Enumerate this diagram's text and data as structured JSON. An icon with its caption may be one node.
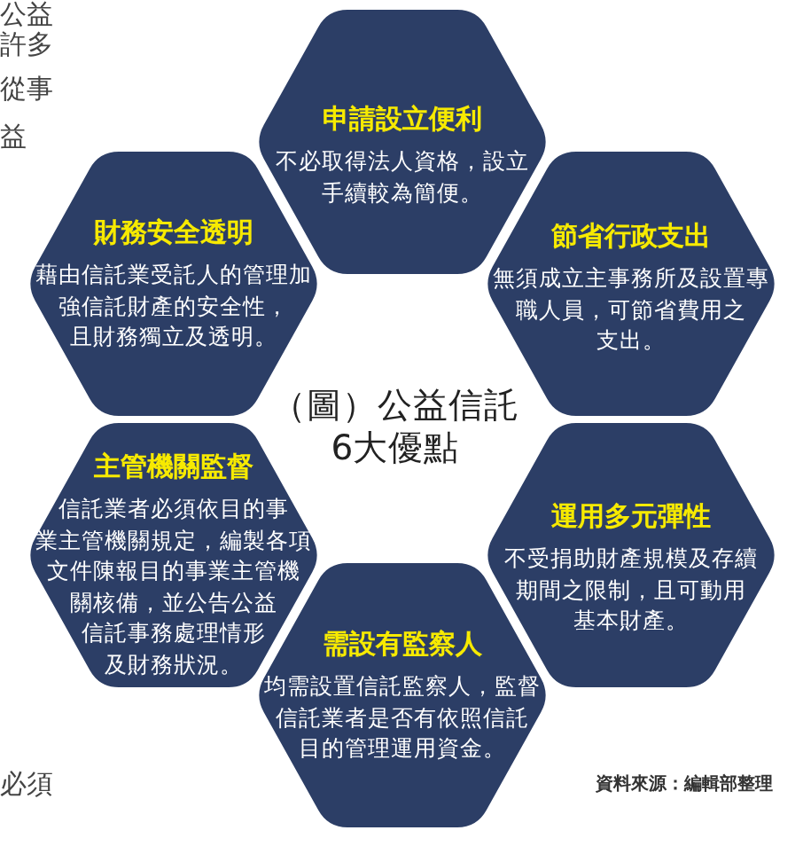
{
  "diagram": {
    "title": "（圖）公益信託6大優點",
    "nodes": [
      {
        "text": [
          "申請設立便利",
          "不必取得法人資格，設立手續較為簡便。"
        ]
      },
      {
        "text": [
          "財務安全透明",
          "藉由信託業受託人的管理加強信託財產的安全性，且財務獨立及透明。"
        ]
      },
      {
        "text": [
          "節省行政支出",
          "無須成立主事務所及設置專職人員，可節省費用之支出。"
        ]
      },
      {
        "text": [
          "主管機關監督",
          "信託業者必須依目的事業主管機關規定，編製各項文件陳報目的事業主管機關核備，並公告公益信託事務處理情形及財務狀況。"
        ]
      },
      {
        "text": [
          "運用多元彈性",
          "不受捐助財產規模及存續期間之限制，且可動用基本財產。"
        ]
      },
      {
        "text": [
          "需設有監察人",
          "均需設置信託監察人，監督信託業者是否有依照信託目的管理運用資金。"
        ]
      }
    ],
    "labels": [
      "公益",
      "許多",
      "從事",
      "益",
      "必須",
      "資料來源：編輯部整理"
    ]
  }
}
